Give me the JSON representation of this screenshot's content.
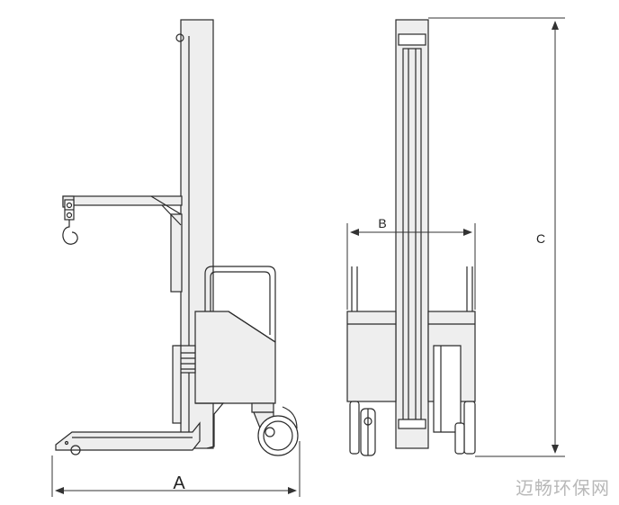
{
  "dimensions": {
    "a_label": "A",
    "b_label": "B",
    "c_label": "C"
  },
  "watermark": "迈畅环保网",
  "colors": {
    "line": "#2a2a2a",
    "fill": "#eeeeee",
    "watermark": "#b8b8b8"
  }
}
